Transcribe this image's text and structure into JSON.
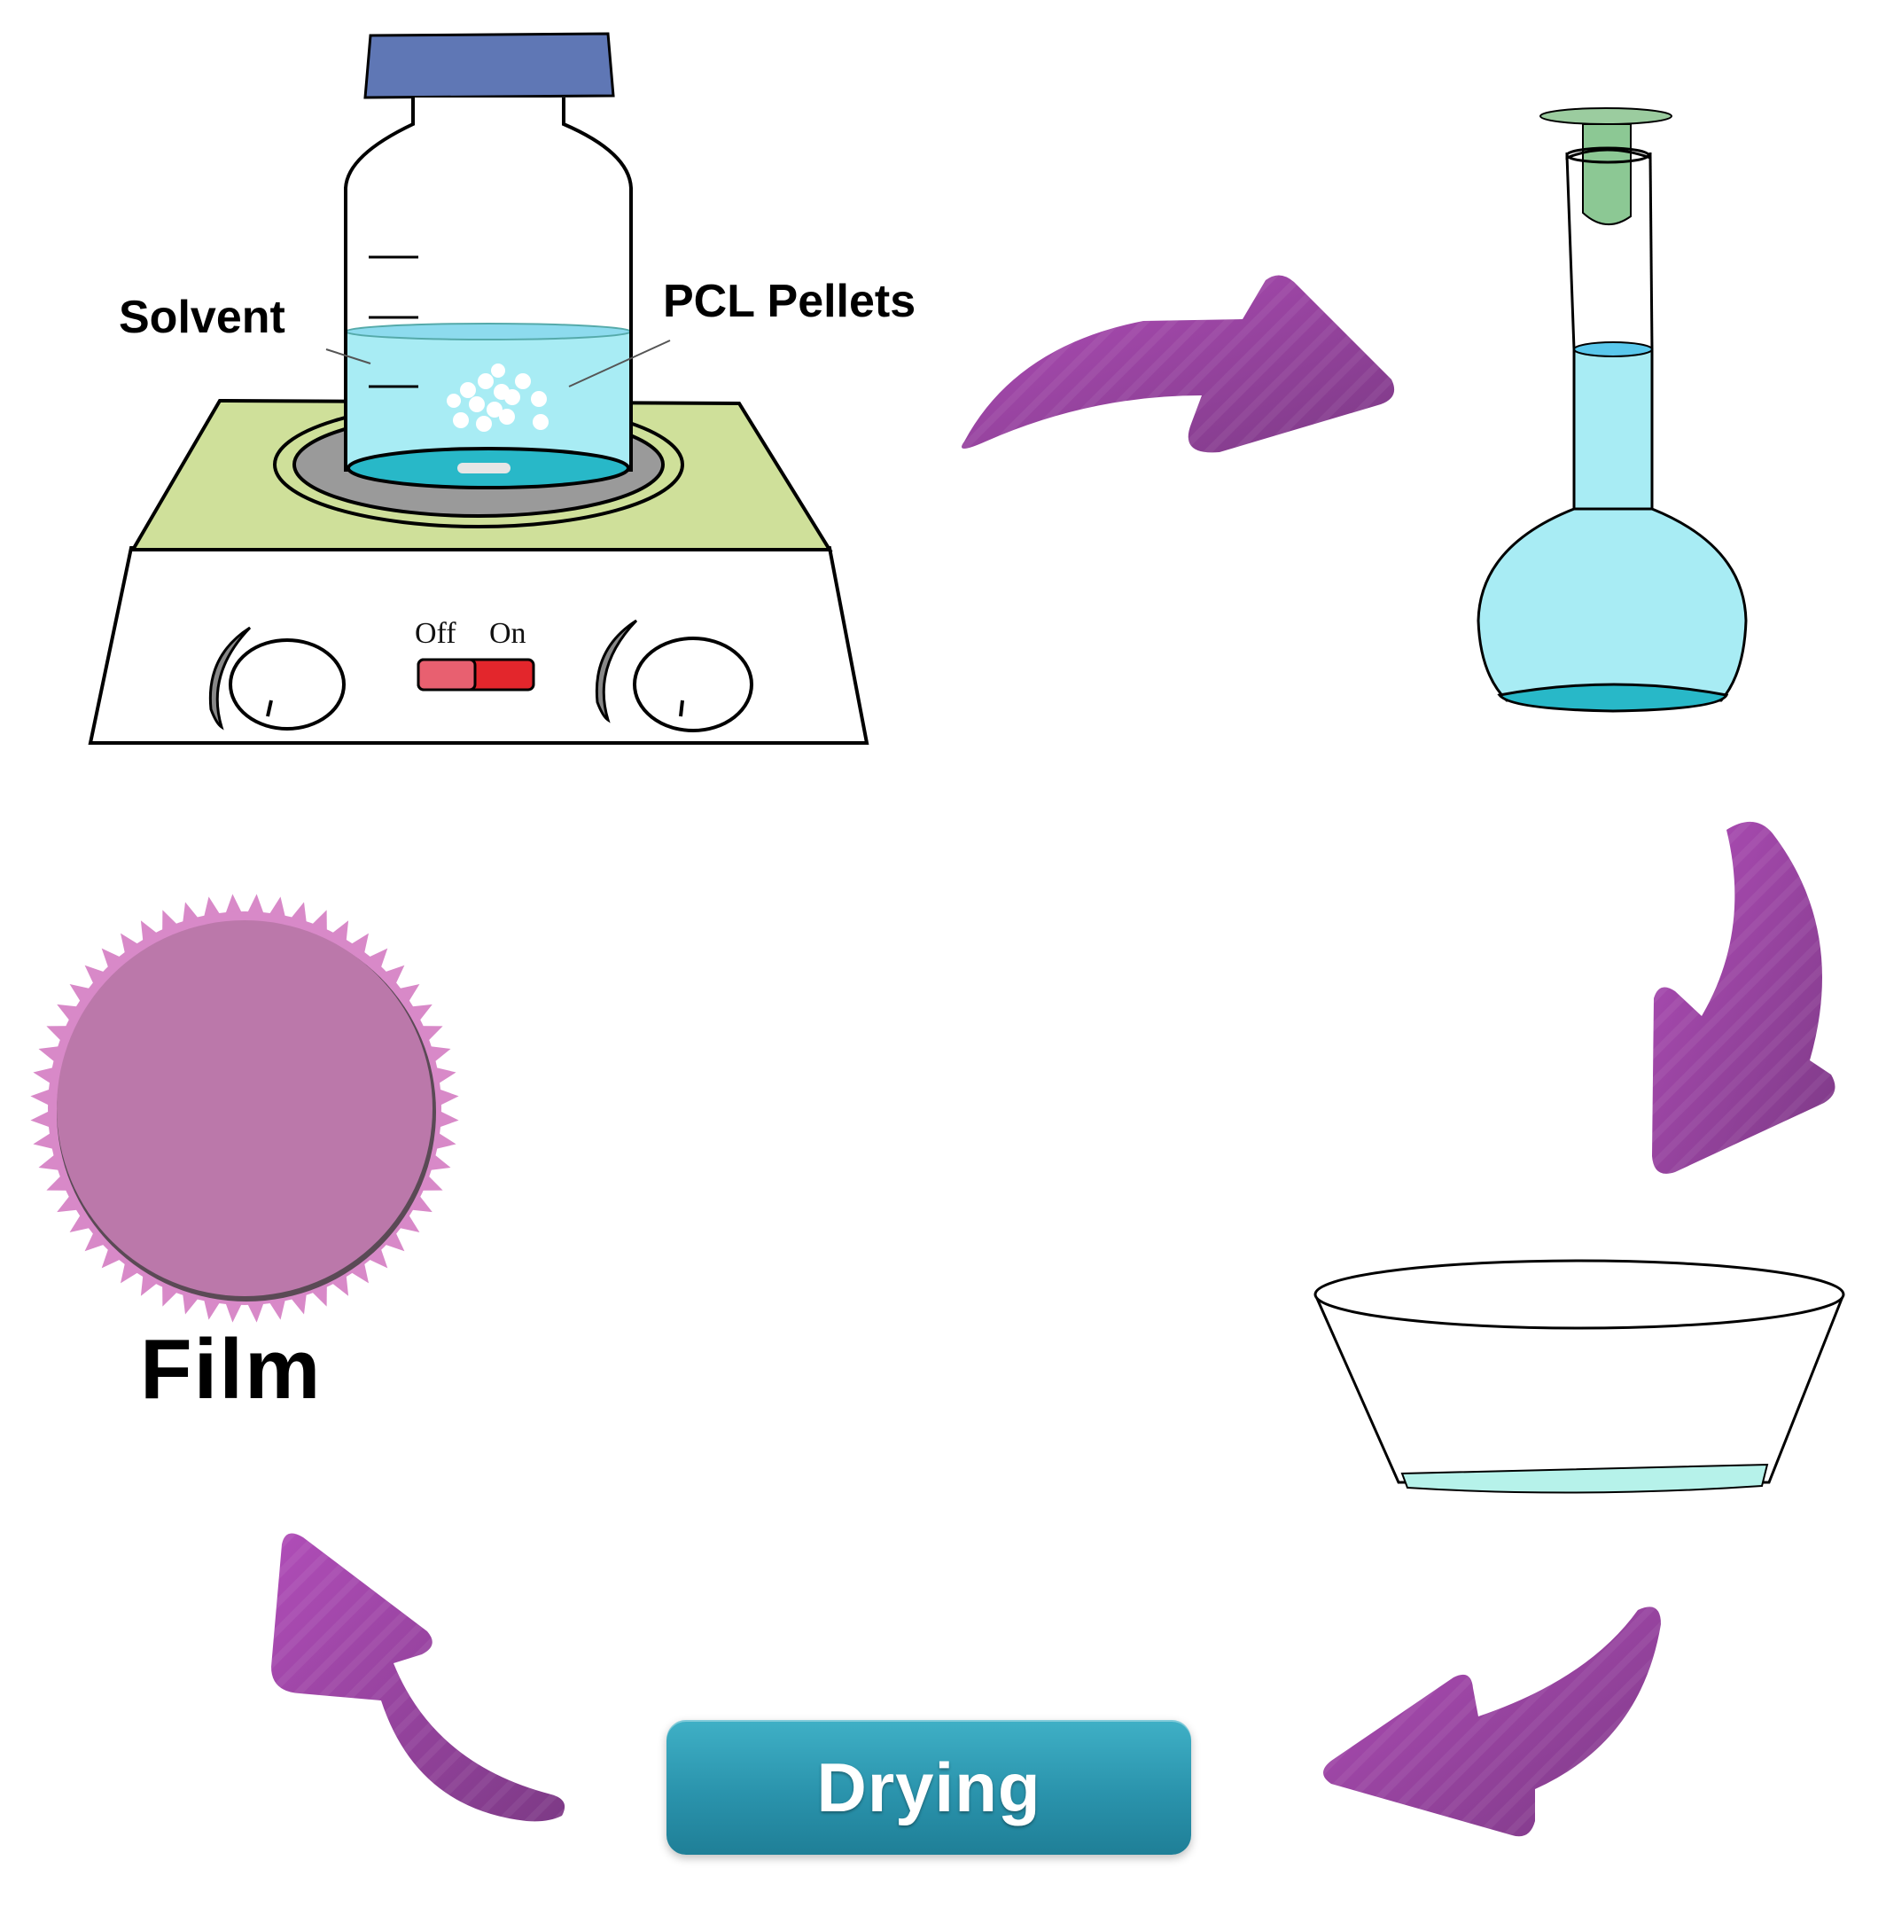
{
  "labels": {
    "solvent": "Solvent",
    "pellets": "PCL Pellets",
    "film": "Film",
    "drying": "Drying"
  },
  "stirrer": {
    "switch_off": "Off",
    "switch_on": "On"
  },
  "colors": {
    "arrow": "#8e3f96",
    "arrow_light": "#b04db8",
    "liquid": "#a8ecf4",
    "liquid_dark": "#28b8c8",
    "stirrer_top": "#cfe09a",
    "bottle_cap": "#5f77b5",
    "film": "#bb78aa",
    "film_edge": "#d889c8",
    "drying_box": "#2a93ac",
    "switch_red": "#e3262c"
  }
}
